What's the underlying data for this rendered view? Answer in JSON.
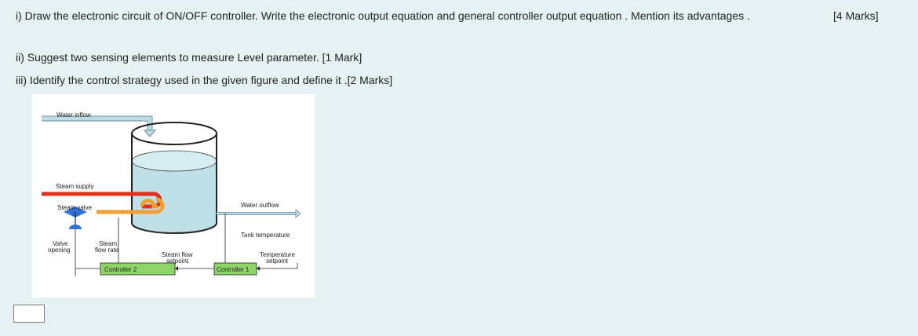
{
  "questions": {
    "q1": "i) Draw the electronic circuit of ON/OFF controller.  Write the electronic output equation and general controller output equation .  Mention its advantages .",
    "q1_marks": "[4 Marks]",
    "q2": "ii) Suggest two sensing elements to measure Level  parameter.  [1 Mark]",
    "q3": "iii) Identify the control strategy used in the given figure and define it .[2 Marks]"
  },
  "figure": {
    "water_inflow": "Water inflow",
    "steam_supply": "Steam supply",
    "steam_valve": "Steam valve",
    "water_outflow": "Water outflow",
    "tank_temperature": "Tank temperature",
    "valve_opening": [
      "Valve",
      "opening"
    ],
    "steam_flow_rate": [
      "Steam",
      "flow rate"
    ],
    "steam_flow_setpoint": [
      "Steam flow",
      "setpoint"
    ],
    "temperature_setpoint": [
      "Temperature",
      "setpoint"
    ],
    "controller_2": "Controller 2",
    "controller_1": "Controller 1",
    "colors": {
      "steam_pipe": "#e0301e",
      "condensate_pipe": "#f0a030",
      "water_pipe": "#bcdde6",
      "controller_box": "#8ed468",
      "valve": "#2f6fd6"
    }
  },
  "answer_box": {
    "value": ""
  }
}
